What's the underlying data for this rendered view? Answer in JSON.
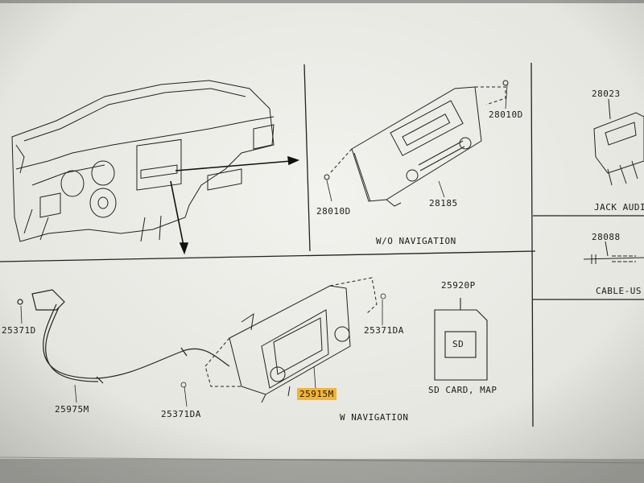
{
  "sections": {
    "wo_navigation": "W/O NAVIGATION",
    "w_navigation": "W NAVIGATION",
    "sd_card_map": "SD CARD, MAP",
    "jack_audio": "JACK AUDI",
    "cable_usb": "CABLE-US"
  },
  "parts": {
    "p28023": "28023",
    "p28010D_top": "28010D",
    "p28010D_bottom": "28010D",
    "p28185": "28185",
    "p28088": "28088",
    "p25920P": "25920P",
    "sd_text": "SD",
    "p25371D": "25371D",
    "p25371DA_right": "25371DA",
    "p25975M": "25975M",
    "p25915M": "25915M",
    "p25371DA_bottom": "25371DA"
  },
  "colors": {
    "paper": "#eeeee9",
    "ink": "#1a1a1a",
    "highlight": "#f3b431"
  }
}
